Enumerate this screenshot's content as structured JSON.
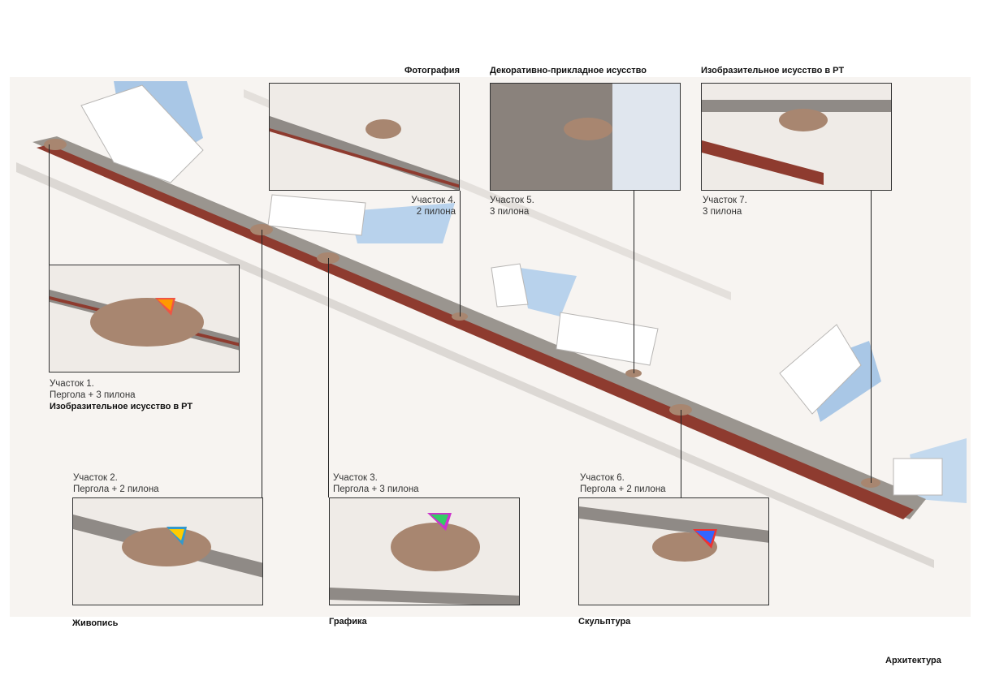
{
  "colors": {
    "ground": "#f4f1ee",
    "road": "#8f8a86",
    "building": "#ffffff",
    "building_edge": "#b8b6b4",
    "shadow": "#a9c7e6",
    "plaza": "#a88670",
    "path_red": "#8e3b2f",
    "line": "#222222"
  },
  "sections": [
    {
      "id": "s1",
      "title": "Участок 1.",
      "desc": "Пергола + 3 пилона",
      "category": "Изобразительное исусство в РТ"
    },
    {
      "id": "s2",
      "title": "Участок 2.",
      "desc": "Пергола + 2 пилона",
      "category": "Живопись"
    },
    {
      "id": "s3",
      "title": "Участок 3.",
      "desc": "Пергола + 3 пилона",
      "category": "Графика"
    },
    {
      "id": "s4",
      "title": "Участок 4.",
      "desc": "2 пилона",
      "category": "Фотография"
    },
    {
      "id": "s5",
      "title": "Участок 5.",
      "desc": "3 пилона",
      "category": "Декоративно-прикладное исусство"
    },
    {
      "id": "s6",
      "title": "Участок 6.",
      "desc": "Пергола + 2 пилона",
      "category": "Скульптура"
    },
    {
      "id": "s7",
      "title": "Участок 7.",
      "desc": "3 пилона",
      "category": "Изобразительное исусство в РТ"
    }
  ],
  "footer": {
    "label": "Архитектура"
  }
}
